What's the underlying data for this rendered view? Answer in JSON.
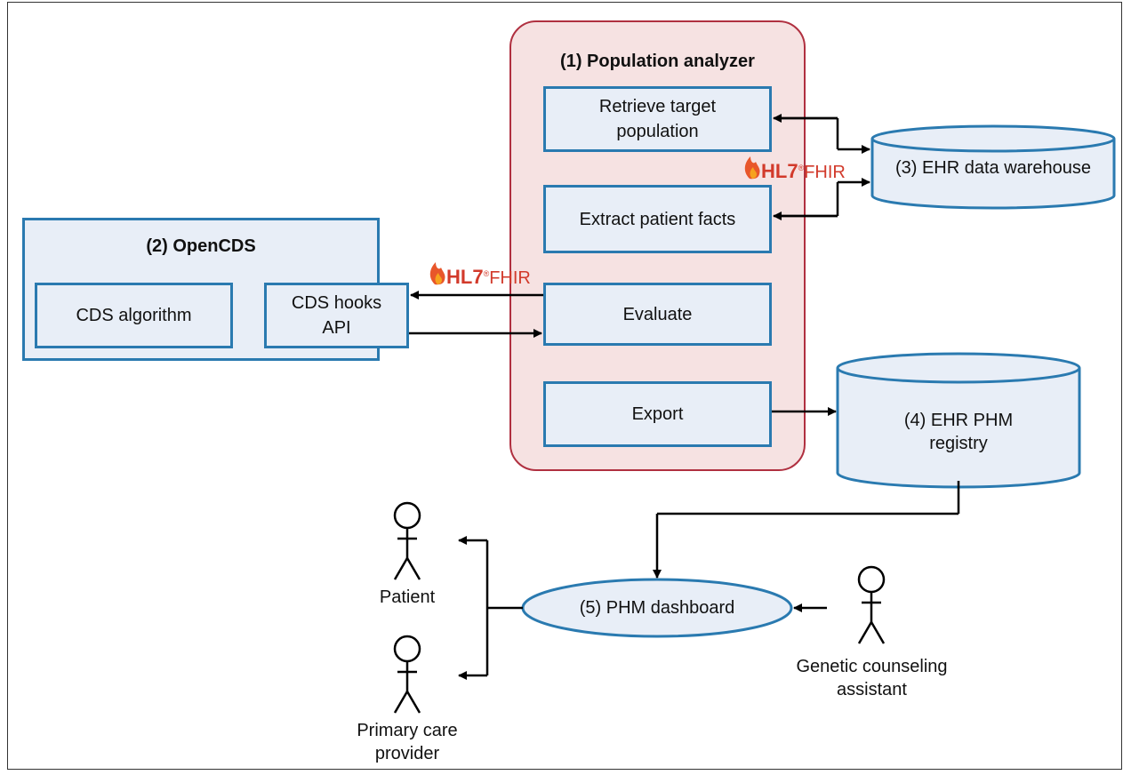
{
  "population_analyzer": {
    "title": "(1) Population analyzer",
    "retrieve": "Retrieve target population",
    "extract": "Extract patient facts",
    "evaluate": "Evaluate",
    "export": "Export"
  },
  "opencds": {
    "title": "(2) OpenCDS",
    "algorithm": "CDS algorithm",
    "hooks_api": "CDS hooks API"
  },
  "warehouse": {
    "label": "(3) EHR data warehouse"
  },
  "registry": {
    "label": "(4) EHR PHM registry"
  },
  "dashboard": {
    "label": "(5) PHM dashboard"
  },
  "actors": {
    "patient": "Patient",
    "provider": "Primary care provider",
    "assistant": "Genetic counseling assistant"
  },
  "fhir_logo": {
    "hl7": "HL7",
    "reg": "®",
    "fhir": "FHIR"
  },
  "colors": {
    "box_border": "#2a7ab0",
    "box_fill": "#e8eef7",
    "group_border": "#b03040",
    "group_fill": "#f6e2e2",
    "fhir_red": "#d23a2b"
  }
}
